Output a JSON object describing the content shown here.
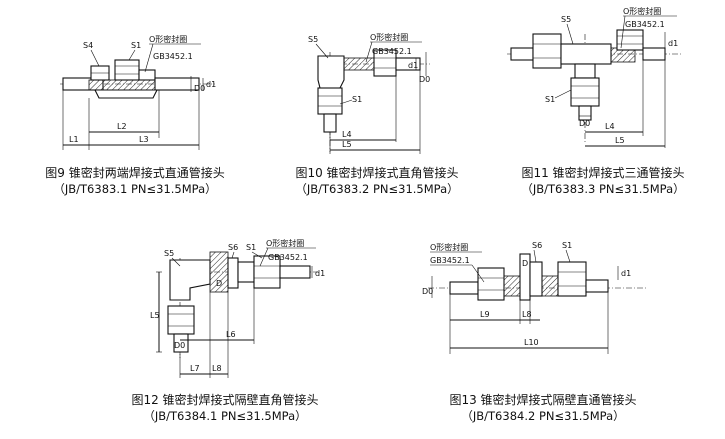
{
  "figures": [
    {
      "id": "fig9",
      "caption": "图9 锥密封两端焊接式直通管接头",
      "standard": "（JB/T6383.1 PN≤31.5MPa）",
      "labels": {
        "s4": "S4",
        "s1": "S1",
        "oring": "O形密封圈",
        "gb": "GB3452.1",
        "d1": "d1",
        "d0": "D0"
      },
      "dims": {
        "l1": "L1",
        "l2": "L2",
        "l3": "L3"
      }
    },
    {
      "id": "fig10",
      "caption": "图10 锥密封焊接式直角管接头",
      "standard": "（JB/T6383.2 PN≤31.5MPa）",
      "labels": {
        "s5": "S5",
        "s1": "S1",
        "oring": "O形密封圈",
        "gb": "GB3452.1",
        "d1": "d1",
        "d0": "D0"
      },
      "dims": {
        "l4": "L4",
        "l5": "L5"
      }
    },
    {
      "id": "fig11",
      "caption": "图11 锥密封焊接式三通管接头",
      "standard": "（JB/T6383.3 PN≤31.5MPa）",
      "labels": {
        "s5": "S5",
        "s1": "S1",
        "oring": "O形密封圈",
        "gb": "GB3452.1",
        "d1": "d1",
        "d0": "D0"
      },
      "dims": {
        "l4": "L4",
        "l5": "L5"
      }
    },
    {
      "id": "fig12",
      "caption": "图12 锥密封焊接式隔壁直角管接头",
      "standard": "（JB/T6384.1 PN≤31.5MPa）",
      "labels": {
        "s5": "S5",
        "s6": "S6",
        "s1": "S1",
        "oring": "O形密封圈",
        "gb": "GB3452.1",
        "d1": "d1",
        "d0": "D0",
        "d": "D"
      },
      "dims": {
        "l5": "L5",
        "l6": "L6",
        "l7": "L7",
        "l8": "L8"
      }
    },
    {
      "id": "fig13",
      "caption": "图13 锥密封焊接式隔壁直通管接头",
      "standard": "（JB/T6384.2 PN≤31.5MPa）",
      "labels": {
        "oring": "O形密封圈",
        "gb": "GB3452.1",
        "s6": "S6",
        "s1": "S1",
        "d1": "d1",
        "d0": "D0",
        "d": "D"
      },
      "dims": {
        "l8": "L8",
        "l9": "L9",
        "l10": "L10"
      }
    }
  ]
}
